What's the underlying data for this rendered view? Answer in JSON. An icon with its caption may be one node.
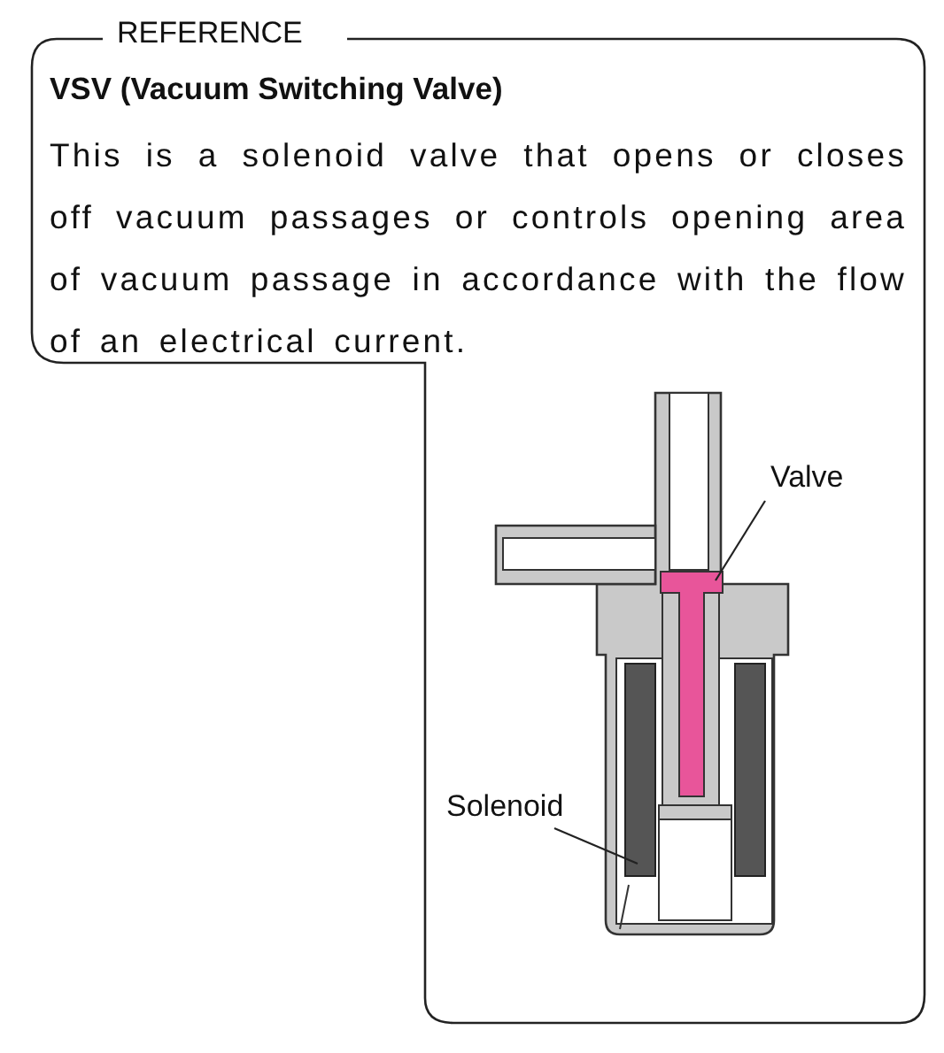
{
  "diagram": {
    "nodes": [
      {
        "text": [
          "REFERENCE",
          "VSV (Vacuum Switching Valve)",
          "This is a solenoid valve that opens or closes off vacuum passages or controls opening area of vacuum passage in accordance with the flow of an electrical current."
        ]
      },
      {
        "text": [
          "Valve"
        ],
        "in": 0
      },
      {
        "text": [
          "Solenoid"
        ],
        "in": 0
      },
      {
        "text": [],
        "shape": "bar",
        "in": 0
      },
      {
        "text": [],
        "shape": "box",
        "in": 0
      }
    ],
    "edges": [
      {
        "from": 1,
        "to": 3,
        "arrow": "none"
      },
      {
        "from": 2,
        "to": 4,
        "arrow": "none"
      }
    ]
  }
}
